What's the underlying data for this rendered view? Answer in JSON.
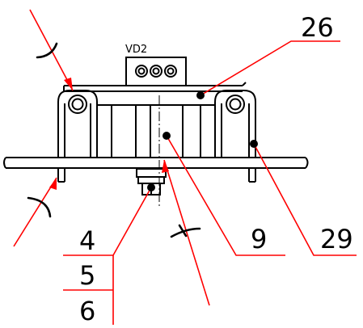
{
  "component_label": "VD2",
  "callouts": {
    "c26": "26",
    "c9": "9",
    "c29": "29",
    "c4": "4",
    "c5": "5",
    "c6": "6"
  },
  "colors": {
    "line": "#000000",
    "leader": "#ff0000",
    "background": "#ffffff"
  }
}
